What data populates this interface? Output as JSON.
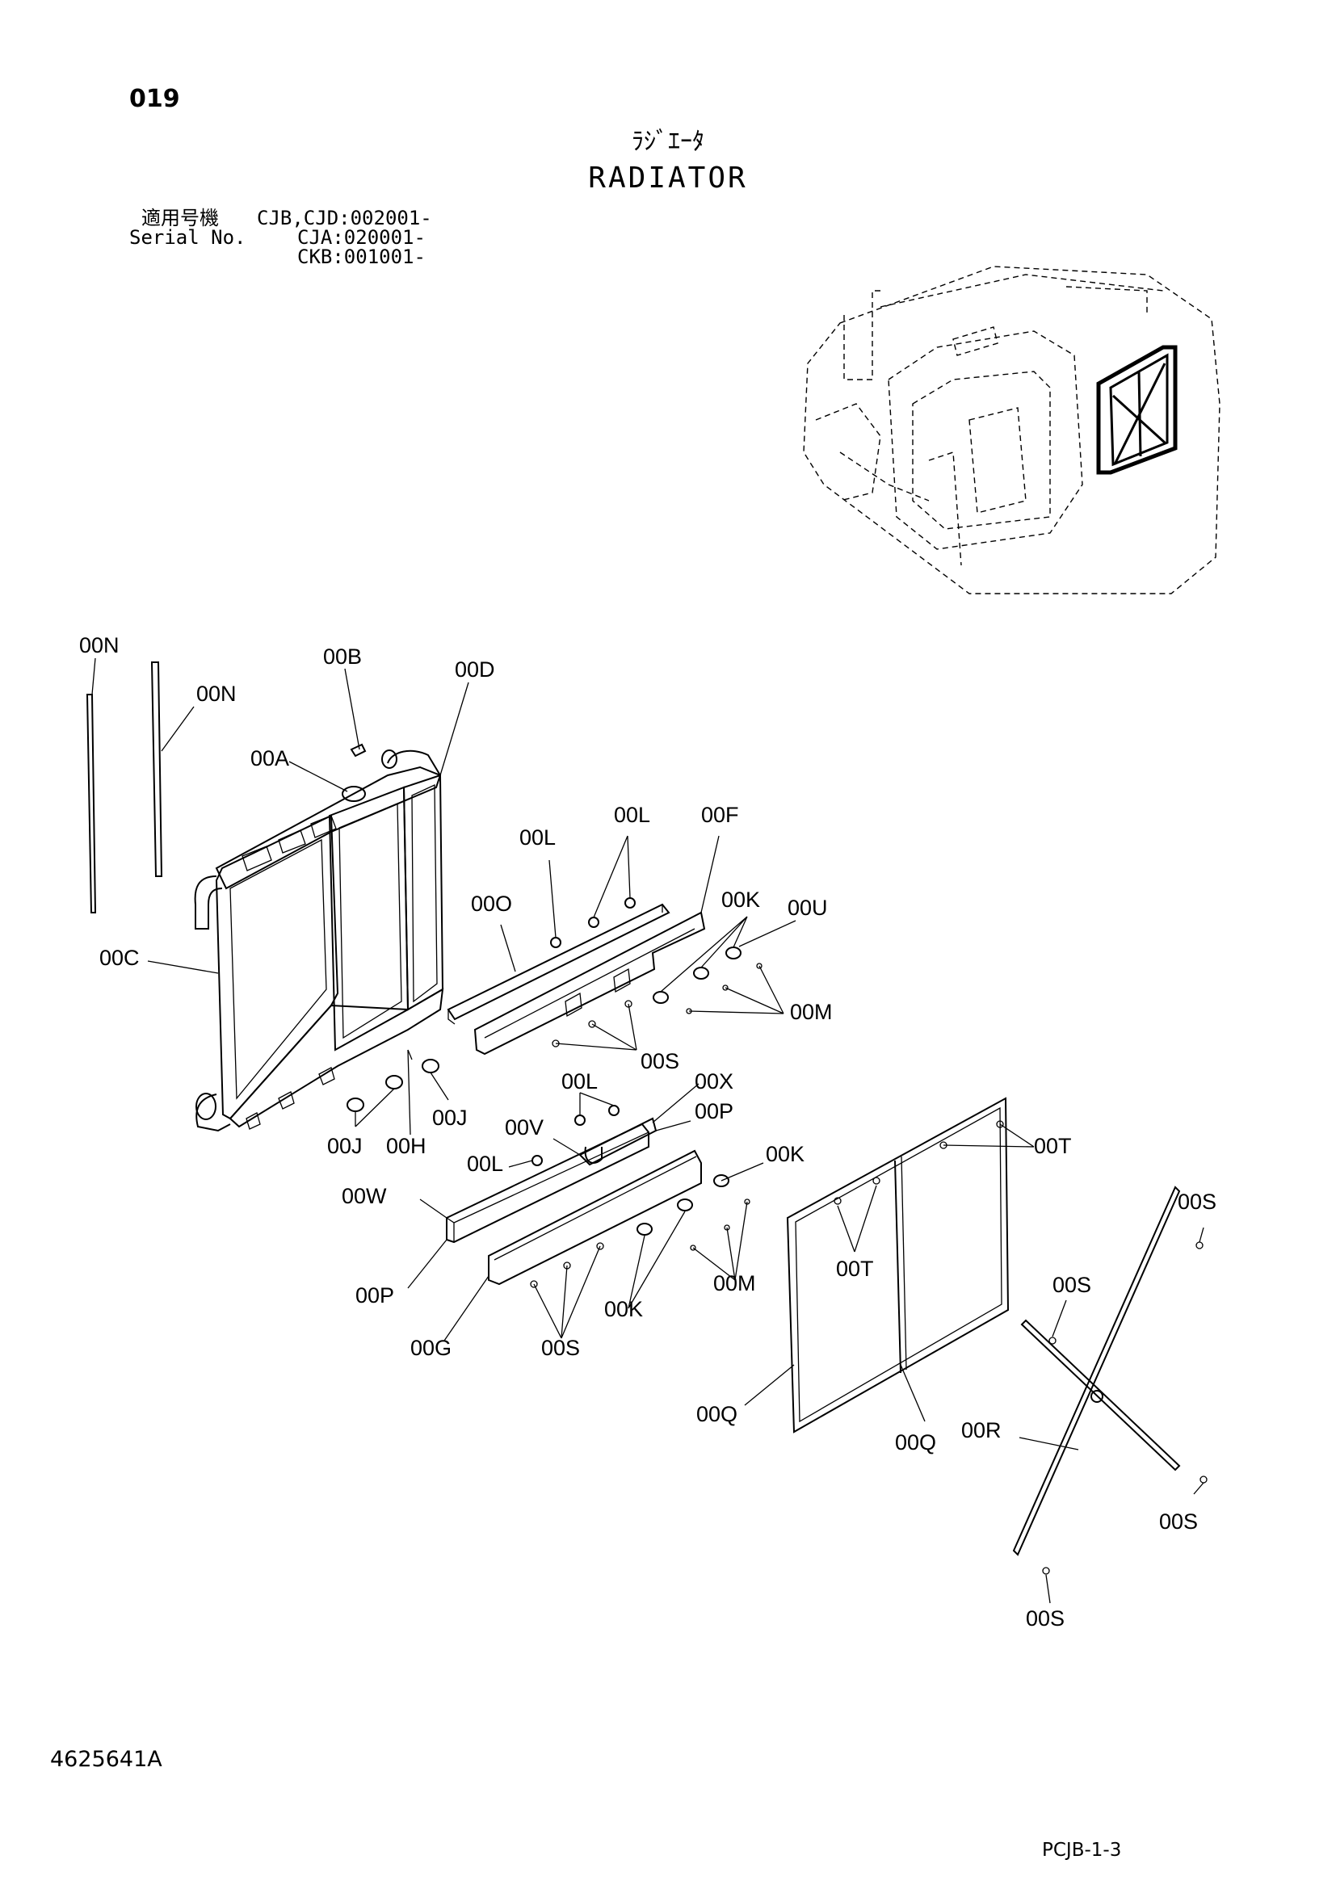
{
  "header": {
    "page_number": "019",
    "title_jp": "ﾗｼﾞｴｰﾀ",
    "title_en": "RADIATOR"
  },
  "serial_block": {
    "label_jp": "適用号機",
    "label_en": "Serial No.",
    "entries": [
      "CJB,CJD:002001-",
      "CJA:020001-",
      "CKB:001001-"
    ]
  },
  "callouts": {
    "n1": "00N",
    "n2": "00N",
    "b": "00B",
    "d": "00D",
    "a": "00A",
    "c": "00C",
    "j1": "00J",
    "h": "00H",
    "j2": "00J",
    "l1": "00L",
    "l2": "00L",
    "f": "00F",
    "o": "00O",
    "k1": "00K",
    "u": "00U",
    "m1": "00M",
    "s1": "00S",
    "l3": "00L",
    "x": "00X",
    "p1": "00P",
    "v": "00V",
    "l4": "00L",
    "k2": "00K",
    "w": "00W",
    "p2": "00P",
    "g": "00G",
    "s2": "00S",
    "k3": "00K",
    "m2": "00M",
    "t1": "00T",
    "t2": "00T",
    "q1": "00Q",
    "q2": "00Q",
    "s3": "00S",
    "s4": "00S",
    "r": "00R",
    "s5": "00S",
    "s6": "00S"
  },
  "footer": {
    "document_id": "4625641A",
    "sheet_id": "PCJB-1-3"
  }
}
